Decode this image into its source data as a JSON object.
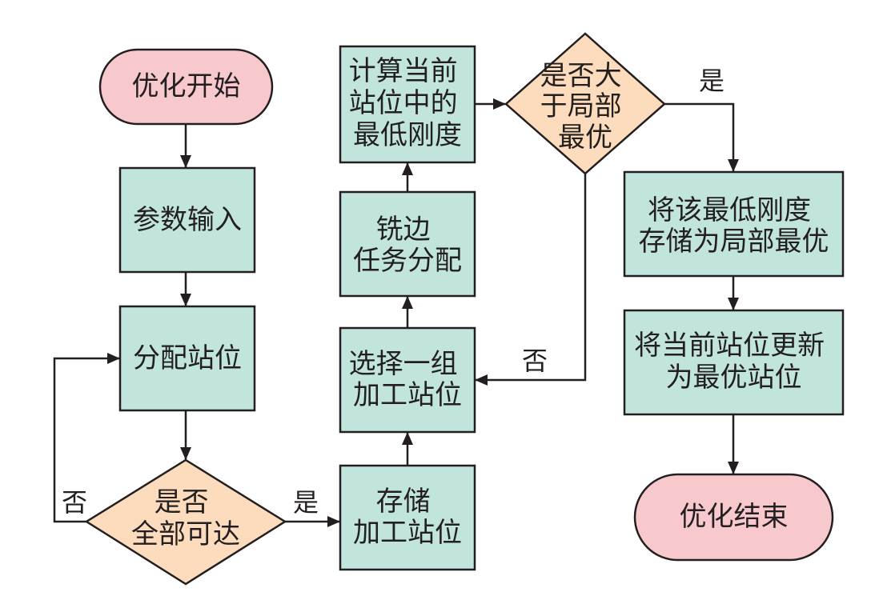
{
  "nodes": {
    "start": {
      "label": "优化开始"
    },
    "param_input": {
      "label": "参数输入"
    },
    "assign_station": {
      "label": "分配站位"
    },
    "all_reachable": {
      "lines": [
        "是否",
        "全部可达"
      ]
    },
    "store_station": {
      "lines": [
        "存储",
        "加工站位"
      ]
    },
    "select_station": {
      "lines": [
        "选择一组",
        "加工站位"
      ]
    },
    "milling_assign": {
      "lines": [
        "铣边",
        "任务分配"
      ]
    },
    "calc_stiffness": {
      "lines": [
        "计算当前",
        "站位中的",
        "最低刚度"
      ]
    },
    "greater_than_local": {
      "lines": [
        "是否大",
        "于局部",
        "最优"
      ]
    },
    "store_local": {
      "lines": [
        "将该最低刚度",
        "存储为局部最优"
      ]
    },
    "update_optimal": {
      "lines": [
        "将当前站位更新",
        "为最优站位"
      ]
    },
    "end": {
      "label": "优化结束"
    }
  },
  "edges": {
    "reachable_no": "否",
    "reachable_yes": "是",
    "greater_yes": "是",
    "greater_no": "否"
  },
  "colors": {
    "process_fill": "#c1e4dc",
    "terminal_fill": "#f8c9cc",
    "decision_fill": "#fcdcbc",
    "stroke": "#231f20"
  }
}
